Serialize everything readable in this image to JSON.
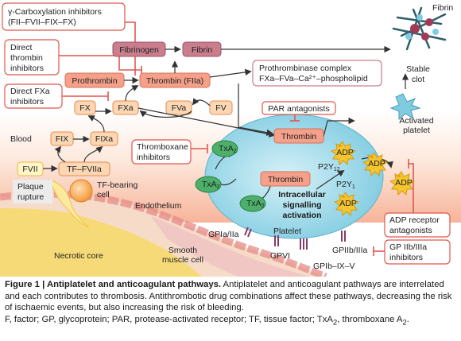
{
  "diagram": {
    "inhibitors": {
      "carboxylation": [
        "γ-Carboxylation inhibitors",
        "(FII–FVII–FIX–FX)"
      ],
      "thrombin": [
        "Direct",
        "thrombin",
        "inhibitors"
      ],
      "fxa": [
        "Direct FXa",
        "inhibitors"
      ],
      "thromboxane": [
        "Thromboxane",
        "inhibitors"
      ],
      "par": "PAR antagonists",
      "adp": [
        "ADP receptor",
        "antagonists"
      ],
      "gp": [
        "GP IIb/IIIa",
        "inhibitors"
      ]
    },
    "nodes": {
      "fibrinogen": "Fibrinogen",
      "fibrin_box": "Fibrin",
      "prothrombin": "Prothrombin",
      "thrombin_fiia": "Thrombin (FIIa)",
      "prothrombinase": [
        "Prothrombinase complex",
        "FXa–FVa–Ca²⁺–phospholipid"
      ],
      "fx": "FX",
      "fxa": "FXa",
      "fva": "FVa",
      "fv": "FV",
      "fix": "FIX",
      "fixa": "FIXa",
      "fvii": "FVII",
      "tf_fviia": "TF–FVIIa",
      "thrombin_platelet": "Thrombin",
      "thrombin_inner": "Thrombin",
      "adp": "ADP"
    },
    "labels": {
      "fibrin_corner": "Fibrin",
      "stable_clot": [
        "Stable",
        "clot"
      ],
      "activated_platelet": [
        "Activated",
        "platelet"
      ],
      "blood": "Blood",
      "plaque_rupture": [
        "Plaque",
        "rupture"
      ],
      "tf_bearing_cell": [
        "TF-bearing",
        "cell"
      ],
      "endothelium": "Endothelium",
      "necrotic_core": "Necrotic core",
      "smooth_muscle": [
        "Smooth",
        "muscle cell"
      ],
      "intracellular": [
        "Intracellular",
        "signalling",
        "activation"
      ],
      "platelet": "Platelet",
      "gpia_iia": "GPIa/IIa",
      "gpvi": "GPVI",
      "gpib": "GPIb–IX–V",
      "gpiib": "GPIIb/IIIa",
      "txa2": "TxA",
      "txa2_sub": "2",
      "p2y12": "P2Y",
      "p2y12_sub": "12",
      "p2y1": "P2Y",
      "p2y1_sub": "1"
    }
  },
  "caption": {
    "title": "Figure 1 | Antiplatelet and anticoagulant pathways.",
    "body": "Antiplatelet and anticoagulant pathways are interrelated and each contributes to thrombosis. Antithrombotic drug combinations affect these pathways, decreasing the risk of ischaemic events, but also increasing the risk of bleeding.",
    "abbreviations": "F, factor; GP, glycoprotein; PAR, protease-activated receptor; TF, tissue factor; TxA",
    "abbreviations_sub": "2",
    "abbreviations_end": ", thromboxane A",
    "abbreviations_sub2": "2",
    "abbreviations_tail": "."
  },
  "colors": {
    "inhibitor_stroke": "#e0564d",
    "factor_fill": "#fbd7b4",
    "factor_stroke": "#e8884a",
    "thrombin_fill": "#f4a08a",
    "platelet_fill": "#8fd3e6",
    "txa2_fill": "#4caf6a",
    "adp_fill": "#f5c530",
    "vessel_top": "#fbe3d5",
    "necrotic_fill": "#f6da77"
  }
}
